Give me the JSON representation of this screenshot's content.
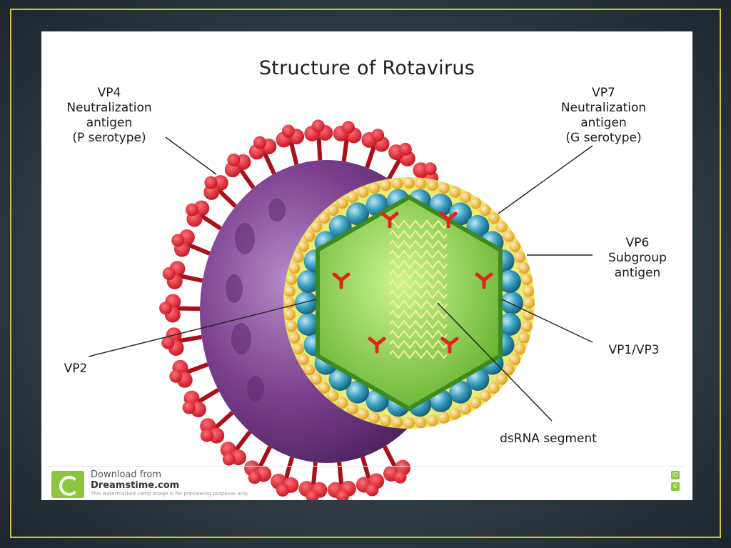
{
  "title": "Structure of Rotavirus",
  "labels": {
    "vp4": [
      "VP4",
      "Neutralization",
      "antigen",
      "(P serotype)"
    ],
    "vp7": [
      "VP7",
      "Neutralization",
      "antigen",
      "(G serotype)"
    ],
    "vp6": [
      "VP6",
      "Subgroup",
      "antigen"
    ],
    "vp2": "VP2",
    "vp1vp3": "VP1/VP3",
    "dsrna": "dsRNA segment"
  },
  "footer": {
    "line1": "Download from",
    "line2": "Dreamstime.com",
    "line3": "This watermarked comp image is for previewing purposes only.",
    "badge_id": "ID",
    "badge_c": "©"
  },
  "colors": {
    "spike": "#e0222e",
    "outer_shell": "#7b3f8e",
    "gold_beads": "#f2b32a",
    "blue_beads": "#2a8fb0",
    "core": "#8fd14f",
    "frame": "#c9c23a"
  }
}
